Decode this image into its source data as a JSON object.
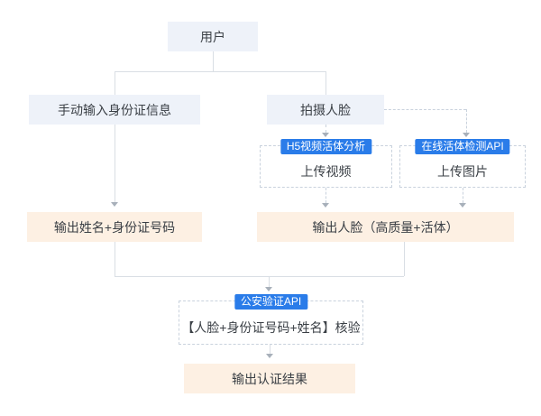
{
  "flowchart": {
    "nodes": {
      "user": {
        "label": "用户"
      },
      "manual_input": {
        "label": "手动输入身份证信息"
      },
      "capture_face": {
        "label": "拍摄人脸"
      },
      "upload_video": {
        "label": "上传视频",
        "tag": "H5视频活体分析"
      },
      "upload_photo": {
        "label": "上传图片",
        "tag": "在线活体检测API"
      },
      "output_id": {
        "label": "输出姓名+身份证号码"
      },
      "output_face": {
        "label": "输出人脸（高质量+活体）"
      },
      "verify": {
        "label": "【人脸+身份证号码+姓名】核验",
        "tag": "公安验证API"
      },
      "output_result": {
        "label": "输出认证结果"
      }
    },
    "edges": [
      {
        "from": "user",
        "to": "manual_input",
        "style": "solid"
      },
      {
        "from": "user",
        "to": "capture_face",
        "style": "solid"
      },
      {
        "from": "capture_face",
        "to": "upload_video",
        "style": "dashed-arrow"
      },
      {
        "from": "capture_face",
        "to": "upload_photo",
        "style": "dashed-arrow"
      },
      {
        "from": "manual_input",
        "to": "output_id",
        "style": "solid-arrow"
      },
      {
        "from": "upload_video",
        "to": "output_face",
        "style": "dashed-arrow"
      },
      {
        "from": "upload_photo",
        "to": "output_face",
        "style": "dashed-arrow"
      },
      {
        "from": "output_id",
        "to": "verify",
        "style": "solid-arrow"
      },
      {
        "from": "output_face",
        "to": "verify",
        "style": "solid-arrow"
      },
      {
        "from": "verify",
        "to": "output_result",
        "style": "solid-arrow"
      }
    ],
    "colors": {
      "node_bg": "#eef2f9",
      "output_bg": "#fdf0e3",
      "tag_bg": "#2a7ce9",
      "tag_text": "#ffffff",
      "text": "#3a3f45",
      "solid_line": "#d9dee4",
      "dashed_line": "#c9d2dd",
      "arrowhead": "#a8b0ba",
      "background": "#ffffff"
    }
  }
}
